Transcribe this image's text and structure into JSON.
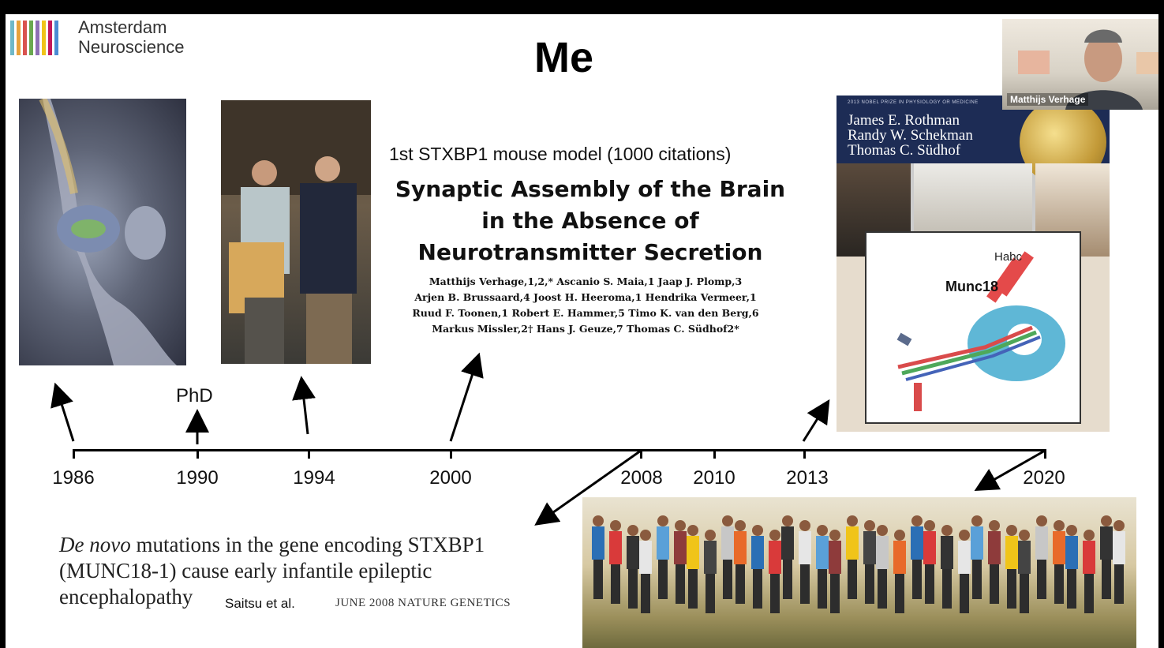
{
  "logo": {
    "line1": "Amsterdam",
    "line2": "Neuroscience",
    "bar_colors": [
      "#6fb8c8",
      "#e8a23b",
      "#d9534f",
      "#6aa84f",
      "#8e6fb5",
      "#f0c419",
      "#c2185b",
      "#4b8bd4"
    ]
  },
  "slide": {
    "title": "Me"
  },
  "paper": {
    "note": "1st STXBP1 mouse model (1000 citations)",
    "title_line1": "Synaptic Assembly of the Brain",
    "title_line2": "in the Absence of",
    "title_line3": "Neurotransmitter Secretion",
    "authors_line1": "Matthijs Verhage,1,2,* Ascanio S. Maia,1 Jaap J. Plomp,3",
    "authors_line2": "Arjen B. Brussaard,4 Joost H. Heeroma,1 Hendrika Vermeer,1",
    "authors_line3": "Ruud F. Toonen,1 Robert E. Hammer,5 Timo K. van den Berg,6",
    "authors_line4": "Markus Missler,2† Hans J. Geuze,7 Thomas C. Südhof2*"
  },
  "timeline": {
    "phd_label": "PhD",
    "years": [
      "1986",
      "1990",
      "1994",
      "2000",
      "2008",
      "2010",
      "2013",
      "2020"
    ]
  },
  "nobel": {
    "banner_small": "2013 NOBEL PRIZE IN PHYSIOLOGY OR MEDICINE",
    "name1": "James E. Rothman",
    "name2": "Randy W. Schekman",
    "name3": "Thomas C. Südhof",
    "munc_label": "Munc18",
    "habc_label": "Habc"
  },
  "nature": {
    "text_italic": "De novo",
    "text_rest": " mutations in the gene encoding STXBP1 (MUNC18-1) cause early infantile epileptic encephalopathy",
    "citation": "Saitsu et al.",
    "journal": "JUNE 2008 NATURE GENETICS"
  },
  "video": {
    "participant_name": "Matthijs Verhage"
  }
}
